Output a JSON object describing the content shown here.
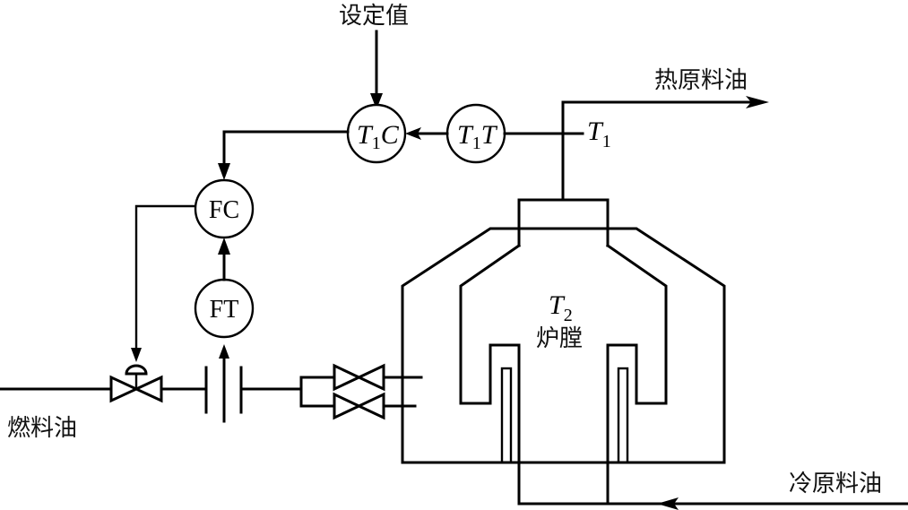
{
  "diagram": {
    "type": "process-control-schematic",
    "labels": {
      "setpoint": "设定值",
      "hot_feed_oil": "热原料油",
      "cold_feed_oil": "冷原料油",
      "fuel_oil": "燃料油",
      "furnace_chamber": "炉膛",
      "t1_symbol": "T",
      "t1_sub": "1",
      "t2_symbol": "T",
      "t2_sub": "2"
    },
    "instruments": [
      {
        "id": "T1C",
        "main": "T",
        "sub": "1",
        "suffix": "C",
        "role": "temperature controller"
      },
      {
        "id": "T1T",
        "main": "T",
        "sub": "1",
        "suffix": "T",
        "role": "temperature transmitter"
      },
      {
        "id": "FC",
        "label": "FC",
        "role": "flow controller"
      },
      {
        "id": "FT",
        "label": "FT",
        "role": "flow transmitter"
      }
    ],
    "connections": [
      {
        "from": "setpoint",
        "to": "T1C"
      },
      {
        "from": "T1T",
        "to": "T1C"
      },
      {
        "from": "T1C",
        "to": "FC"
      },
      {
        "from": "FT",
        "to": "FC"
      },
      {
        "from": "FC",
        "to": "control-valve"
      },
      {
        "from": "orifice-plate",
        "to": "FT"
      },
      {
        "from": "fuel-oil-line",
        "to": "burners"
      },
      {
        "from": "cold-feed-inlet",
        "to": "furnace-coils"
      },
      {
        "from": "furnace-outlet",
        "to": "hot-feed-outlet"
      }
    ]
  }
}
